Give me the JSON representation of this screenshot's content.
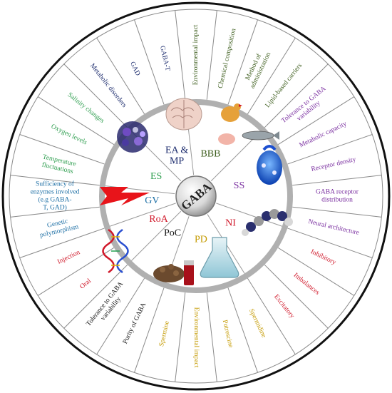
{
  "center": {
    "label": "GABA"
  },
  "colors": {
    "ES": "#2e9e4f",
    "EA_MP": "#1a2a6c",
    "BBB": "#3f5f1f",
    "SS": "#7a2fa0",
    "NI": "#d0182a",
    "PD": "#c49a00",
    "PoC": "#111111",
    "RoA": "#d0182a",
    "GV": "#1d6fa5"
  },
  "categories": [
    {
      "key": "ES",
      "label": "ES",
      "icon": "lightning-icon"
    },
    {
      "key": "EA_MP",
      "label": "EA &\nMP",
      "icon": "molecule-cluster-icon"
    },
    {
      "key": "BBB",
      "label": "BBB",
      "icon": "brain-icon"
    },
    {
      "key": "SS",
      "label": "SS",
      "icon": "animals-icon"
    },
    {
      "key": "NI",
      "label": "NI",
      "icon": "neuron-synapse-icon"
    },
    {
      "key": "PD",
      "label": "PD",
      "icon": "molecule-chain-icon"
    },
    {
      "key": "PoC",
      "label": "PoC",
      "icon": "flask-icon"
    },
    {
      "key": "RoA",
      "label": "RoA",
      "icon": "pills-vial-icon"
    },
    {
      "key": "GV",
      "label": "GV",
      "icon": "dna-icon"
    }
  ],
  "outer_segments": [
    {
      "cat": "ES",
      "label": "Temperature\nfluctuations"
    },
    {
      "cat": "ES",
      "label": "Oxygen levels"
    },
    {
      "cat": "ES",
      "label": "Salinity changes"
    },
    {
      "cat": "EA_MP",
      "label": "Metabolic disorders"
    },
    {
      "cat": "EA_MP",
      "label": "GAD"
    },
    {
      "cat": "EA_MP",
      "label": "GABA-T"
    },
    {
      "cat": "BBB",
      "label": "Environmental impact"
    },
    {
      "cat": "BBB",
      "label": "Chemical composition"
    },
    {
      "cat": "BBB",
      "label": "Method of\nadministration"
    },
    {
      "cat": "BBB",
      "label": "Lipid-based carriers"
    },
    {
      "cat": "SS",
      "label": "Tolerance to GABA\nvariability"
    },
    {
      "cat": "SS",
      "label": "Metabolic capacity"
    },
    {
      "cat": "SS",
      "label": "Receptor density"
    },
    {
      "cat": "SS",
      "label": "GABA receptor\ndistribution"
    },
    {
      "cat": "SS",
      "label": "Neural architecture"
    },
    {
      "cat": "NI",
      "label": "Inhibitory"
    },
    {
      "cat": "NI",
      "label": "Imbalances"
    },
    {
      "cat": "NI",
      "label": "Excitatory"
    },
    {
      "cat": "PD",
      "label": "Spermidine"
    },
    {
      "cat": "PD",
      "label": "Putrescine"
    },
    {
      "cat": "PD",
      "label": "Environmental impact"
    },
    {
      "cat": "PD",
      "label": "Spermine"
    },
    {
      "cat": "PoC",
      "label": "Purity of GABA"
    },
    {
      "cat": "PoC",
      "label": "Tolerance to GABA\nvariability"
    },
    {
      "cat": "RoA",
      "label": "Oral"
    },
    {
      "cat": "RoA",
      "label": "Injection"
    },
    {
      "cat": "GV",
      "label": "Genetic\npolymorphism"
    },
    {
      "cat": "GV",
      "label": "Sufficiency of\nenzymes involved\n(e.g GABA-\nT, GAD)"
    }
  ]
}
